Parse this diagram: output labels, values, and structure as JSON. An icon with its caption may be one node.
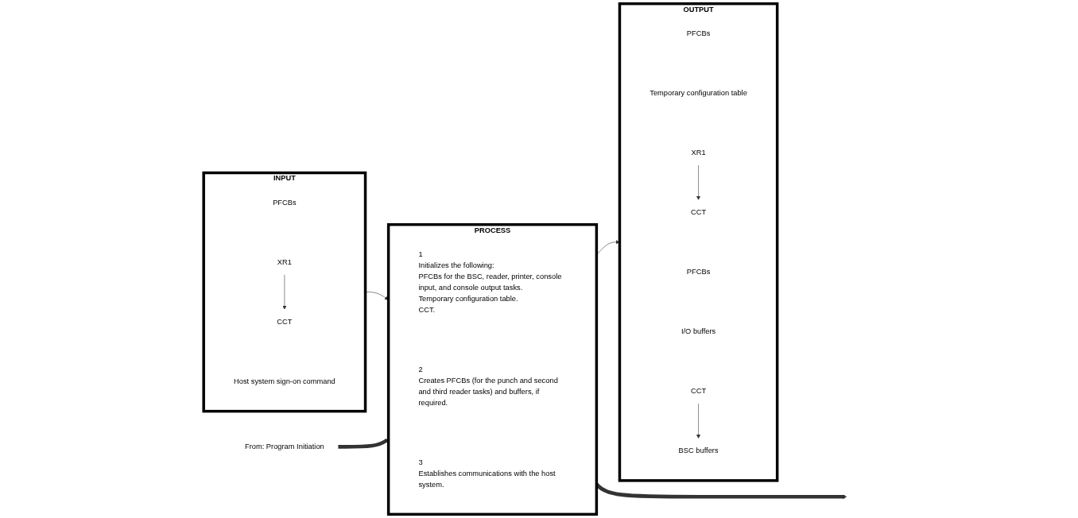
{
  "diagram": {
    "nodes": [
      {
        "text": [
          "INPUT"
        ]
      },
      {
        "text": [
          "PFCBs"
        ],
        "in": 0
      },
      {
        "text": [
          "XR1"
        ],
        "in": 0
      },
      {
        "text": [
          "CCT"
        ],
        "in": 0
      },
      {
        "text": [
          "Host system sign-on command"
        ],
        "in": 0
      },
      {
        "text": [
          "PROCESS"
        ]
      },
      {
        "text": [
          "1",
          "Initializes the following:",
          "PFCBs for the BSC, reader, printer, console input, and console output tasks.",
          "Temporary configuration table.",
          "CCT."
        ],
        "in": 5
      },
      {
        "text": [
          "2",
          "Creates PFCBs (for the punch and second and third reader tasks) and buffers, if required."
        ],
        "in": 5
      },
      {
        "text": [
          "3",
          "Establishes communications with the host system."
        ],
        "in": 5
      },
      {
        "text": [
          "OUTPUT"
        ]
      },
      {
        "text": [
          "PFCBs"
        ],
        "in": 9
      },
      {
        "text": [
          "Temporary configuration table"
        ],
        "in": 9
      },
      {
        "text": [
          "XR1"
        ],
        "in": 9
      },
      {
        "text": [
          "CCT"
        ],
        "in": 9
      },
      {
        "text": [
          "PFCBs"
        ],
        "in": 9
      },
      {
        "text": [
          "I/O buffers"
        ],
        "in": 9
      },
      {
        "text": [
          "CCT"
        ],
        "in": 9
      },
      {
        "text": [
          "BSC buffers"
        ],
        "in": 9
      },
      {
        "text": [
          "From: Program Initiation"
        ]
      }
    ],
    "edges": [
      {
        "from": 0,
        "to": 5,
        "arrow": "to"
      },
      {
        "from": 5,
        "to": 9,
        "arrow": "to"
      },
      {
        "from": 18,
        "to": 5,
        "arrow": "to",
        "style": "thick"
      },
      {
        "from": 5,
        "to": null,
        "arrow": "to",
        "style": "thick"
      },
      {
        "from": 2,
        "to": 3,
        "arrow": "to"
      },
      {
        "from": 12,
        "to": 13,
        "arrow": "to"
      },
      {
        "from": 16,
        "to": 17,
        "arrow": "to"
      }
    ]
  }
}
